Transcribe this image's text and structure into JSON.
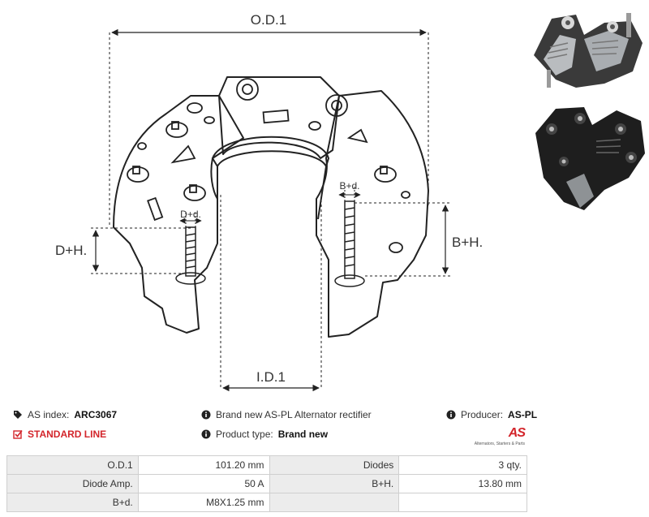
{
  "dimensions": {
    "od": "O.D.1",
    "id": "I.D.1",
    "dh": "D+H.",
    "bh": "B+H.",
    "dd": "D+d.",
    "bd": "B+d."
  },
  "info": {
    "index_label": "AS index:",
    "index_value": "ARC3067",
    "desc": "Brand new AS-PL Alternator rectifier",
    "producer_label": "Producer:",
    "producer_value": "AS-PL",
    "line": "STANDARD LINE",
    "type_label": "Product type:",
    "type_value": "Brand new",
    "logo_text": "AS",
    "logo_tagline": "Alternators, Starters & Parts"
  },
  "specs": [
    [
      "O.D.1",
      "101.20 mm",
      "Diodes",
      "3 qty."
    ],
    [
      "Diode Amp.",
      "50 A",
      "B+H.",
      "13.80 mm"
    ],
    [
      "B+d.",
      "M8X1.25 mm",
      "",
      ""
    ]
  ],
  "icons": {
    "tag": "tag-icon",
    "info": "info-circle-icon",
    "check": "check-square-icon"
  },
  "colors": {
    "accent": "#d3252b",
    "table_key_bg": "#ececec",
    "border": "#cfcfcf"
  }
}
